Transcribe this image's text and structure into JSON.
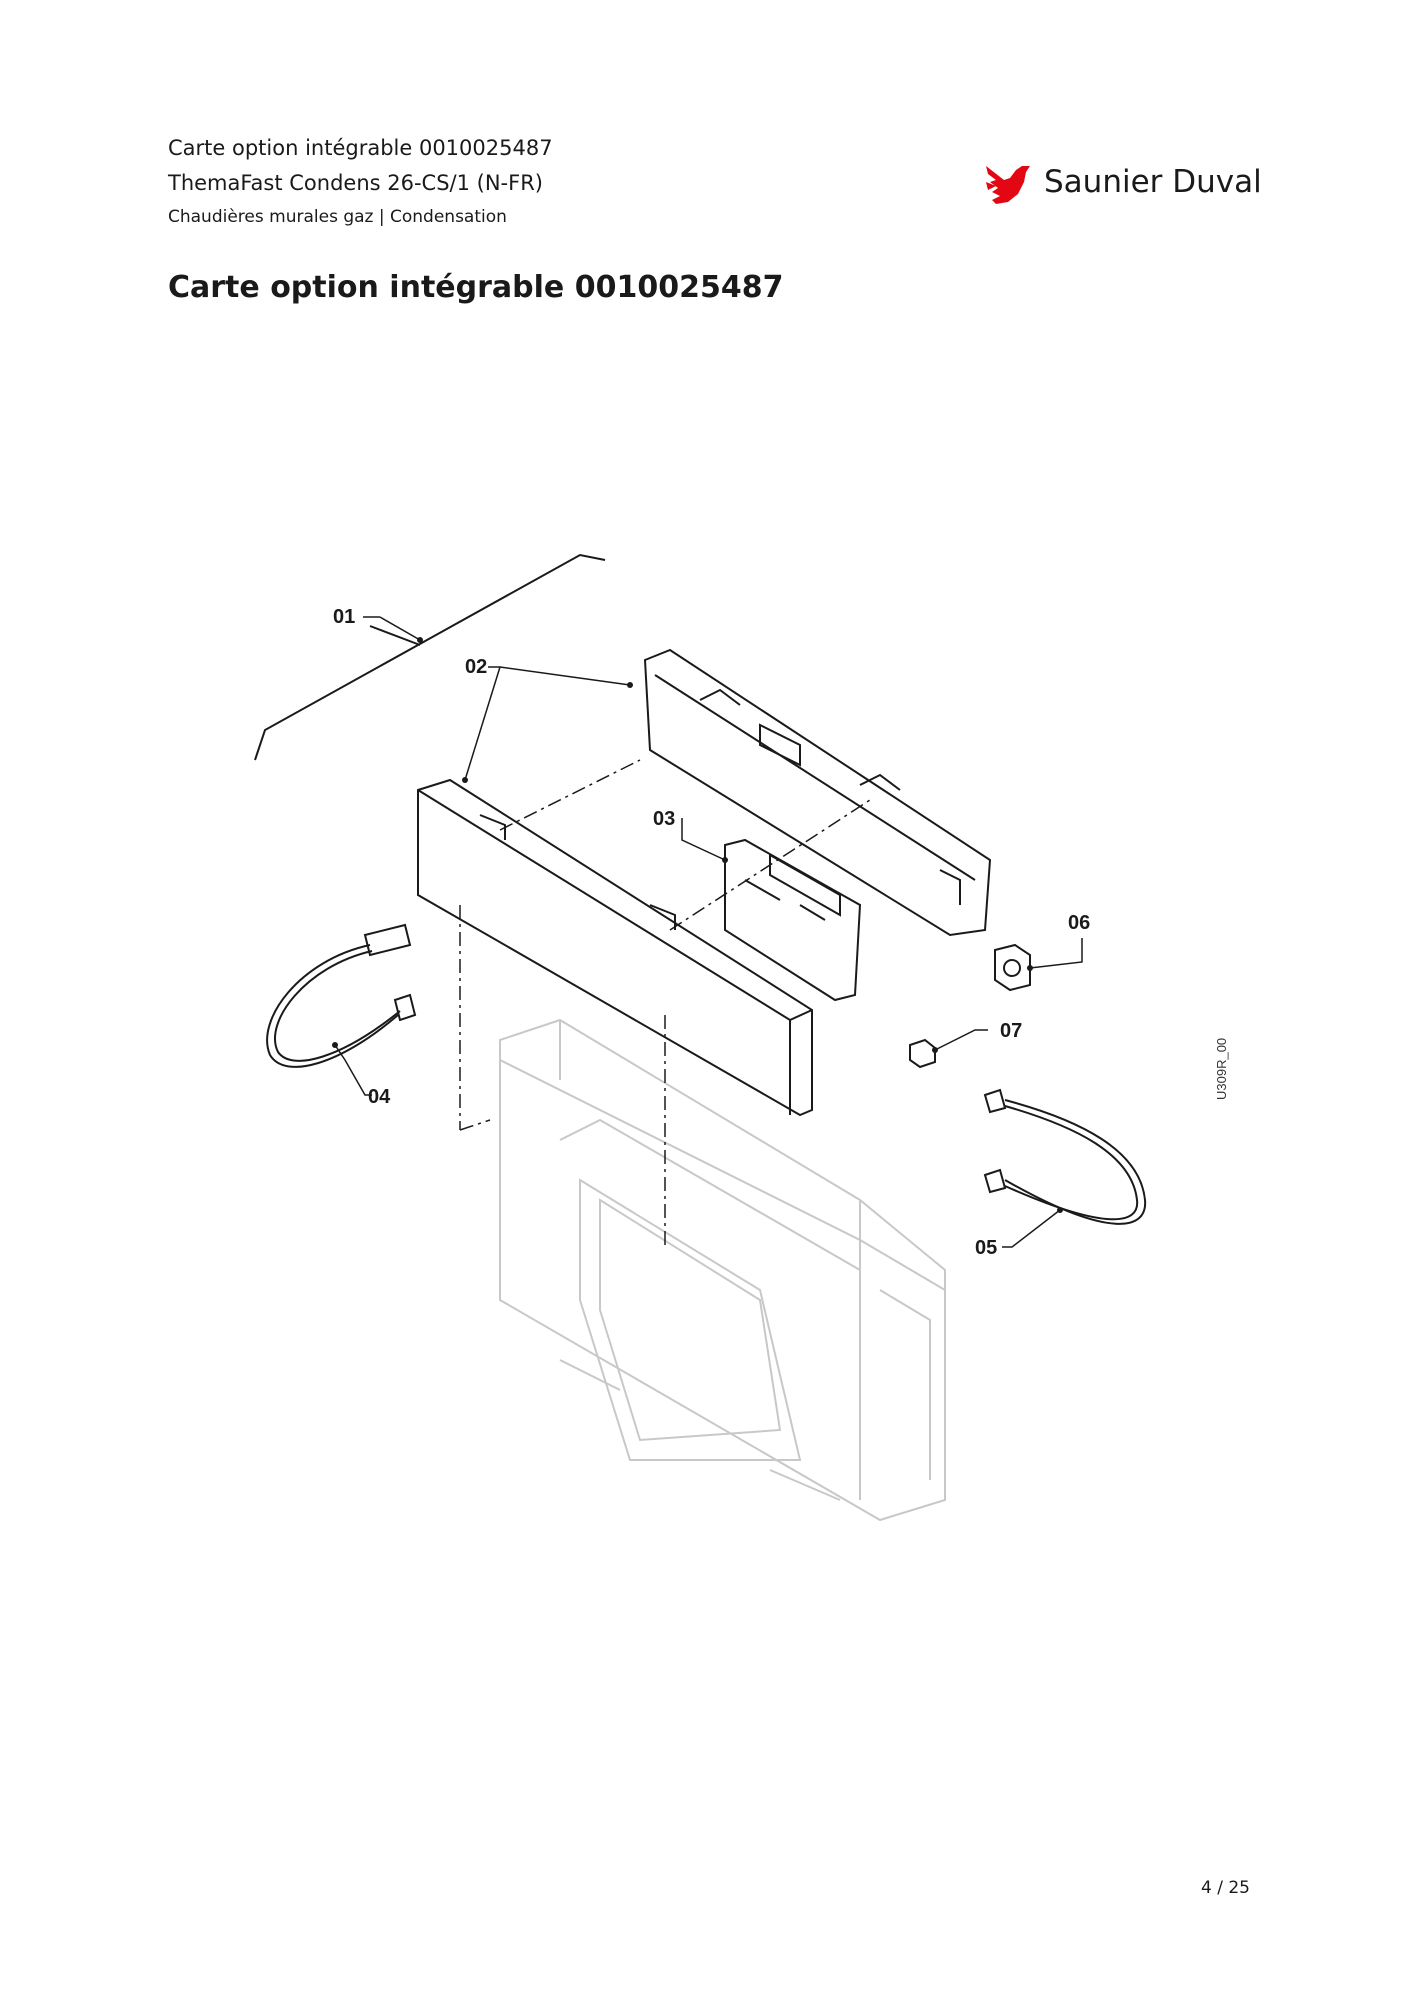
{
  "header": {
    "line1": "Carte option intégrable 0010025487",
    "line2": "ThemaFast Condens 26-CS/1 (N-FR)",
    "line3": "Chaudières murales gaz | Condensation"
  },
  "brand": {
    "name": "Saunier Duval",
    "logo_icon": "bird-icon",
    "accent_color": "#e30613"
  },
  "title": "Carte option intégrable 0010025487",
  "diagram": {
    "callouts": [
      "01",
      "02",
      "03",
      "04",
      "05",
      "06",
      "07"
    ],
    "drawing_ref": "U309R_00"
  },
  "footer": {
    "page": "4 / 25"
  }
}
